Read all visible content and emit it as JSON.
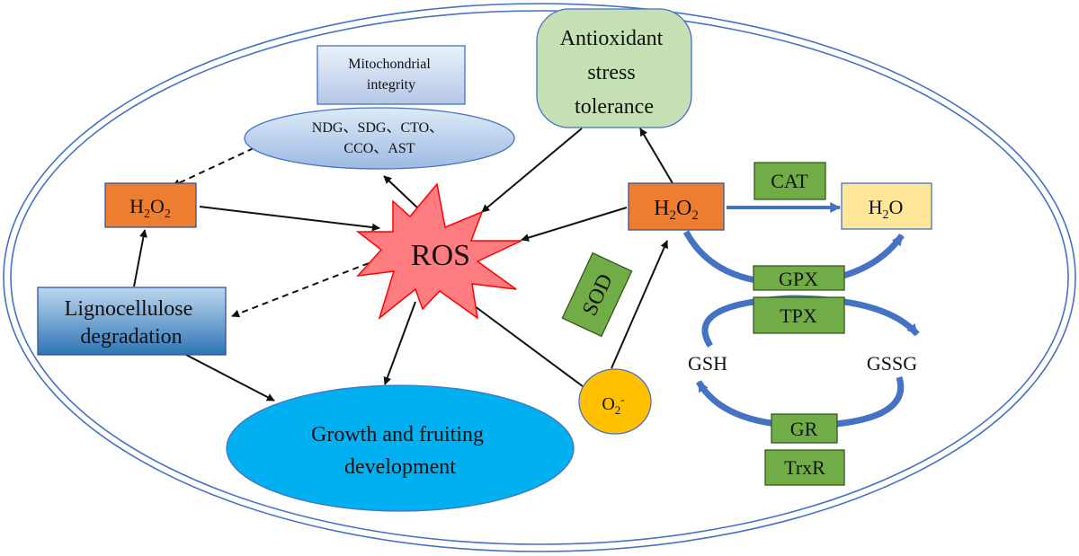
{
  "nodes": {
    "mito": "Mitochondrial integrity",
    "mito_lines": [
      "Mitochondrial",
      "integrity"
    ],
    "enzymes_lines": [
      "NDG、SDG、CTO、",
      "CCO、AST"
    ],
    "antiox_lines": [
      "Antioxidant",
      "stress",
      "tolerance"
    ],
    "h2o2_left": "H2O2",
    "h2o2_right": "H2O2",
    "ros": "ROS",
    "ligno_lines": [
      "Lignocellulose",
      "degradation"
    ],
    "growth_lines": [
      "Growth and fruiting",
      "development"
    ],
    "sod": "SOD",
    "o2": "O2-",
    "cat": "CAT",
    "h2o": "H2O",
    "gpx": "GPX",
    "tpx": "TPX",
    "gsh": "GSH",
    "gssg": "GSSG",
    "gr": "GR",
    "trxr": "TrxR"
  },
  "colors": {
    "orange": "#ED7D31",
    "green": "#70AD47",
    "light_green": "#C5E0B4",
    "light_yellow": "#FFE699",
    "blue_grad_top": "#DDEBF7",
    "blue_grad_bottom": "#8FAADC",
    "ligno_top": "#BDD7EE",
    "ligno_bottom": "#2E75B6",
    "growth": "#00B0F0",
    "o2": "#FFC000",
    "ros_fill": "#FF7C80",
    "ros_stroke": "#FF0000",
    "arrow_blue": "#4472C4"
  }
}
